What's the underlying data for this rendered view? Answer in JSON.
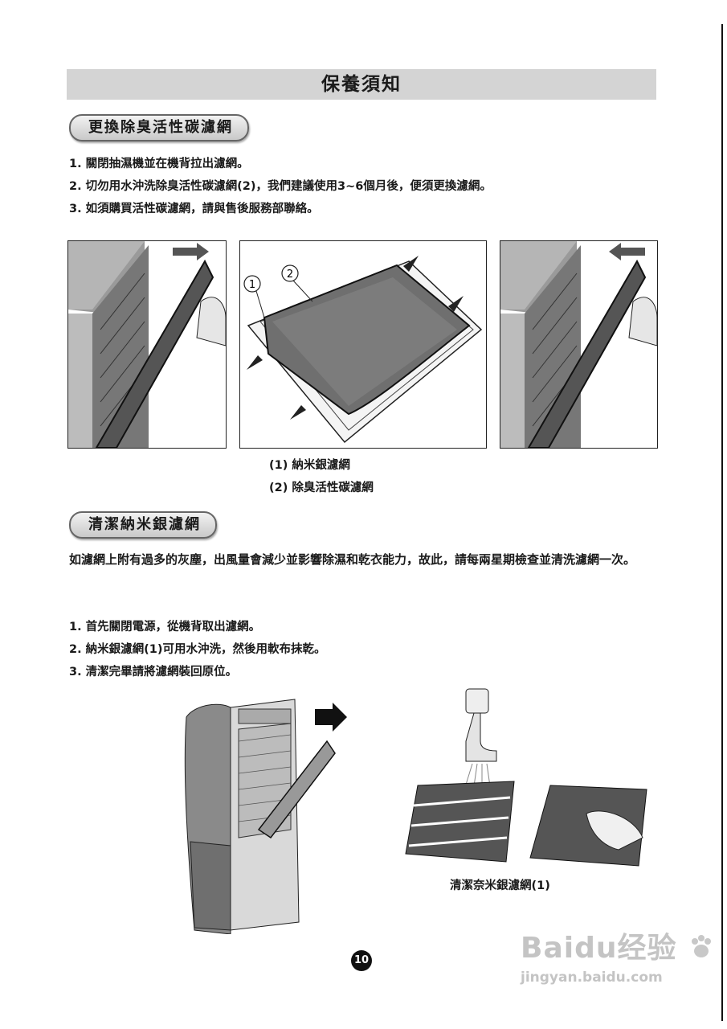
{
  "header": {
    "title": "保養須知"
  },
  "section1": {
    "heading": "更換除臭活性碳濾網",
    "steps": [
      "1. 關閉抽濕機並在機背拉出濾網。",
      "2. 切勿用水沖洗除臭活性碳濾網(2)，我們建議使用3~6個月後，便須更換濾網。",
      "3. 如須購買活性碳濾網，請與售後服務部聯絡。"
    ],
    "figure_labels": {
      "label1": "1",
      "label2": "2"
    },
    "captions": [
      "(1) 納米銀濾網",
      "(2) 除臭活性碳濾網"
    ]
  },
  "section2": {
    "heading": "清潔納米銀濾網",
    "intro": "如濾網上附有過多的灰塵，出風量會減少並影響除濕和乾衣能力，故此，請每兩星期檢查並清洗濾網一次。",
    "steps": [
      "1. 首先關閉電源，從機背取出濾網。",
      "2. 納米銀濾網(1)可用水沖洗，然後用軟布抹乾。",
      "3. 清潔完畢請將濾網裝回原位。"
    ],
    "wash_caption": "清潔奈米銀濾網(1)"
  },
  "footer": {
    "page_number": "10",
    "watermark_brand": "Baidu经验",
    "watermark_url": "jingyan.baidu.com"
  }
}
